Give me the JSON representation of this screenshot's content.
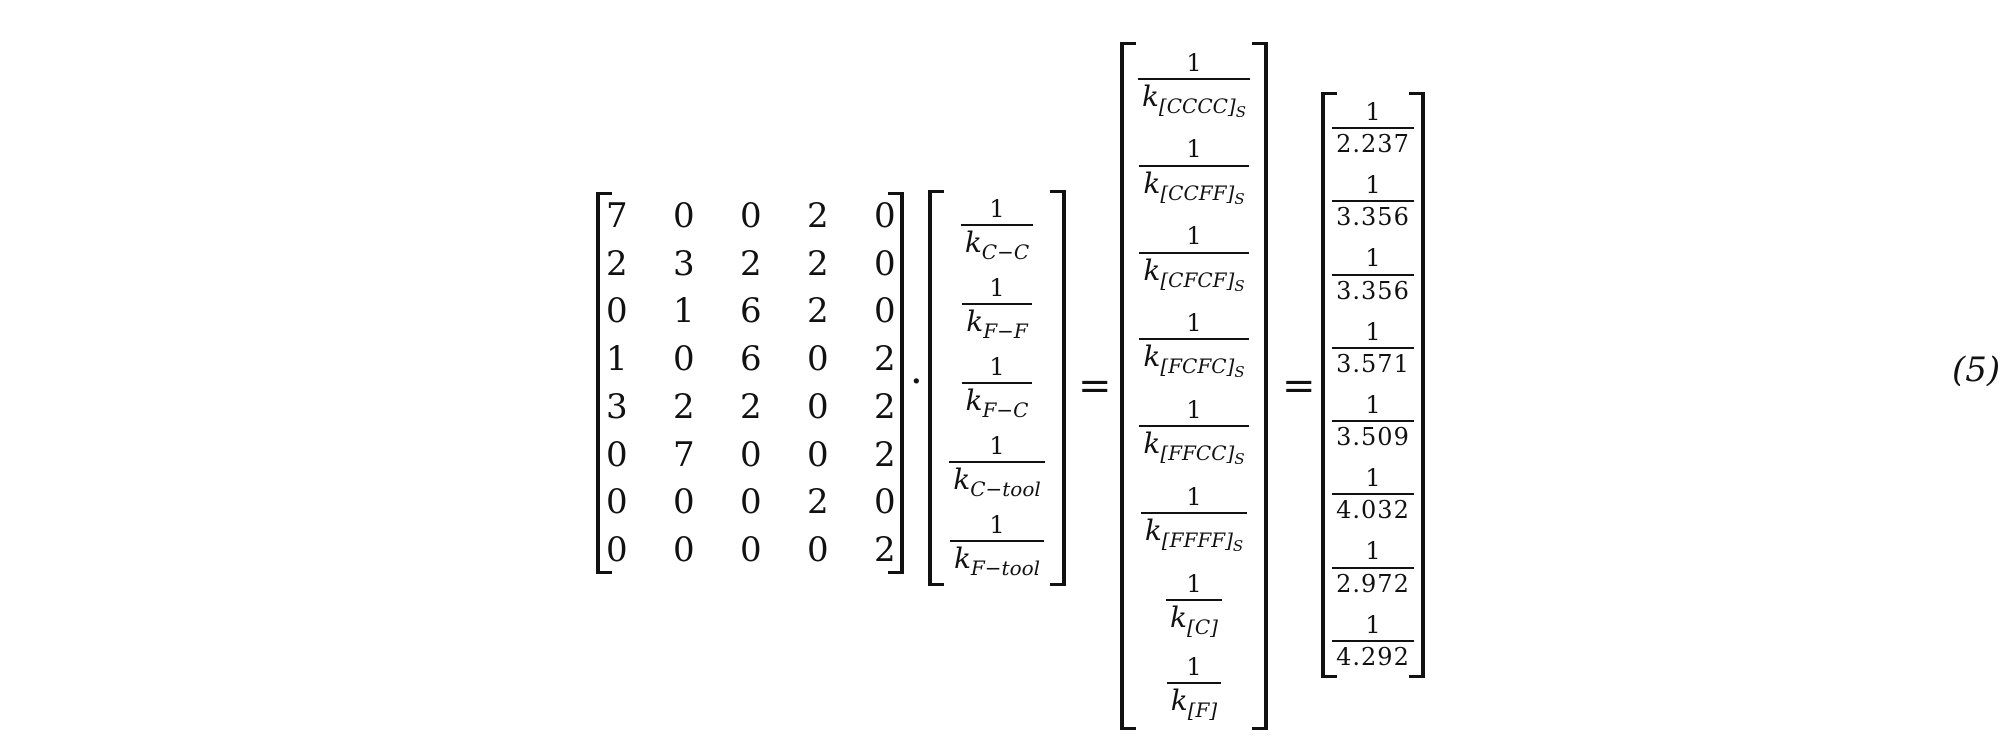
{
  "matrix": [
    [
      "7",
      "0",
      "0",
      "2",
      "0"
    ],
    [
      "2",
      "3",
      "2",
      "2",
      "0"
    ],
    [
      "0",
      "1",
      "6",
      "2",
      "0"
    ],
    [
      "1",
      "0",
      "6",
      "0",
      "2"
    ],
    [
      "3",
      "2",
      "2",
      "0",
      "2"
    ],
    [
      "0",
      "7",
      "0",
      "0",
      "2"
    ],
    [
      "0",
      "0",
      "0",
      "2",
      "0"
    ],
    [
      "0",
      "0",
      "0",
      "0",
      "2"
    ]
  ],
  "dot_operator": "·",
  "equals": "=",
  "vector_k": [
    {
      "num": "1",
      "k": "k",
      "sub": "C−C"
    },
    {
      "num": "1",
      "k": "k",
      "sub": "F−F"
    },
    {
      "num": "1",
      "k": "k",
      "sub": "F−C"
    },
    {
      "num": "1",
      "k": "k",
      "sub": "C−tool"
    },
    {
      "num": "1",
      "k": "k",
      "sub": "F−tool"
    }
  ],
  "vector_layups": [
    {
      "num": "1",
      "k": "k",
      "sub": "[CCCC]",
      "subsub": "S"
    },
    {
      "num": "1",
      "k": "k",
      "sub": "[CCFF]",
      "subsub": "S"
    },
    {
      "num": "1",
      "k": "k",
      "sub": "[CFCF]",
      "subsub": "S"
    },
    {
      "num": "1",
      "k": "k",
      "sub": "[FCFC]",
      "subsub": "S"
    },
    {
      "num": "1",
      "k": "k",
      "sub": "[FFCC]",
      "subsub": "S"
    },
    {
      "num": "1",
      "k": "k",
      "sub": "[FFFF]",
      "subsub": "S"
    },
    {
      "num": "1",
      "k": "k",
      "sub": "[C]",
      "subsub": ""
    },
    {
      "num": "1",
      "k": "k",
      "sub": "[F]",
      "subsub": ""
    }
  ],
  "vector_values": [
    {
      "num": "1",
      "den": "2.237"
    },
    {
      "num": "1",
      "den": "3.356"
    },
    {
      "num": "1",
      "den": "3.356"
    },
    {
      "num": "1",
      "den": "3.571"
    },
    {
      "num": "1",
      "den": "3.509"
    },
    {
      "num": "1",
      "den": "4.032"
    },
    {
      "num": "1",
      "den": "2.972"
    },
    {
      "num": "1",
      "den": "4.292"
    }
  ],
  "equation_number": "(5)"
}
